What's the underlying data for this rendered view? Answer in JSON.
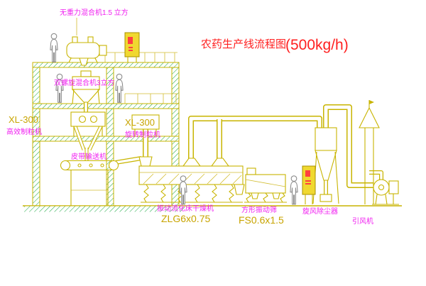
{
  "title": {
    "main": "农药生产线流程图",
    "capacity": "(500kg/h)"
  },
  "labels": {
    "mixer_top": "无重力混合机1.5 立方",
    "mixer_floor2": "双螺旋混合机3立方",
    "granulator_left_model": "XL-300",
    "granulator_left_name": "高效制粒机",
    "granulator_center_model": "XL-300",
    "granulator_center_name": "旋转制粒机",
    "belt_conveyor": "皮带输送机",
    "dryer_name": "振动流化床干燥机",
    "dryer_model": "ZLG6x0.75",
    "screen_name": "方形振动筛",
    "screen_model": "FS0.6x1.5",
    "cyclone": "旋风除尘器",
    "fan": "引风机"
  },
  "colors": {
    "cad_line": "#c8b400",
    "hatch_green": "#11a53a",
    "label_magenta": "#f020f0",
    "title_red": "#ff2020",
    "model_yellow": "#c8a400",
    "cabinet_yellow": "#f0d830",
    "cabinet_red": "#ff4040"
  }
}
